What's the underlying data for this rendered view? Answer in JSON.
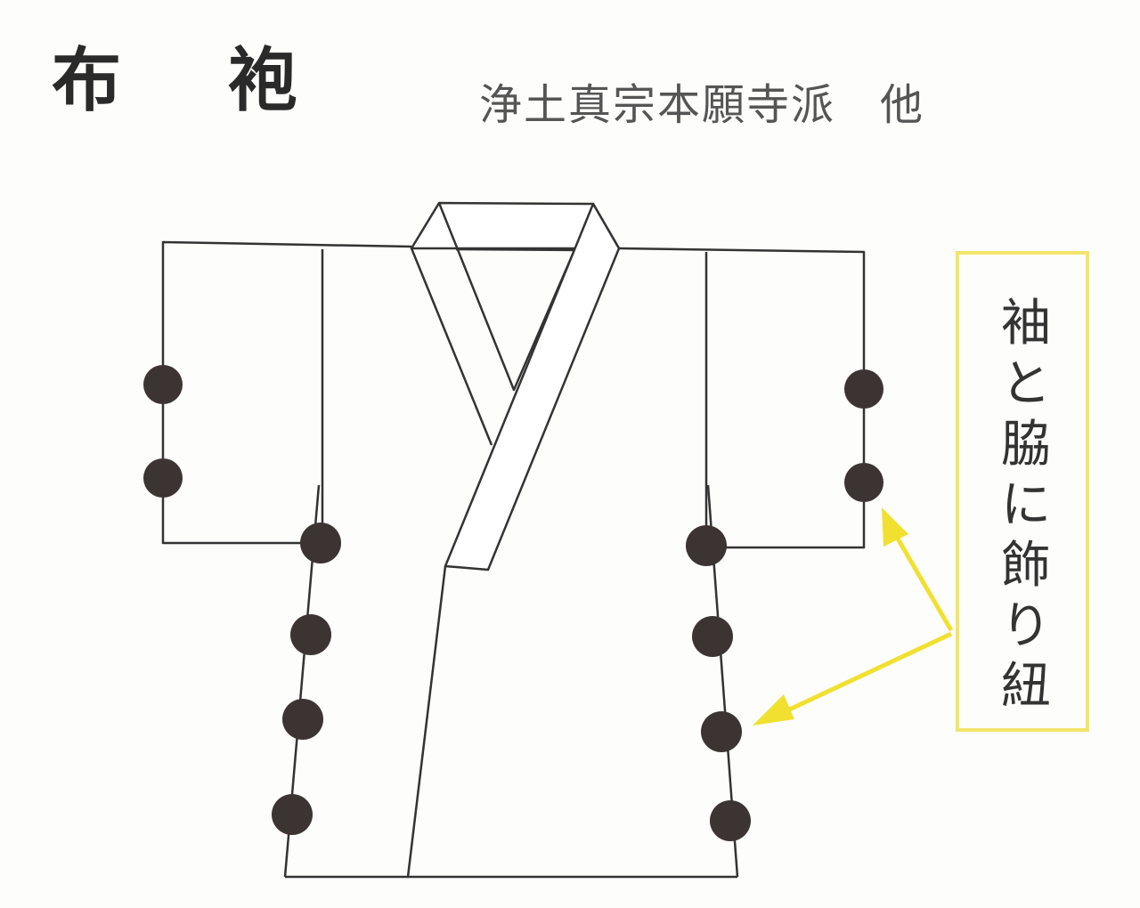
{
  "title": {
    "char1": "布",
    "char2": "袍"
  },
  "subtitle": "浄土真宗本願寺派　他",
  "annotation": {
    "chars": [
      "袖",
      "と",
      "脇",
      "に",
      "飾",
      "り",
      "紐"
    ]
  },
  "colors": {
    "bead": "#3b3432",
    "arrow": "#f2e030",
    "box": "#f3e46a",
    "line": "#333333"
  }
}
